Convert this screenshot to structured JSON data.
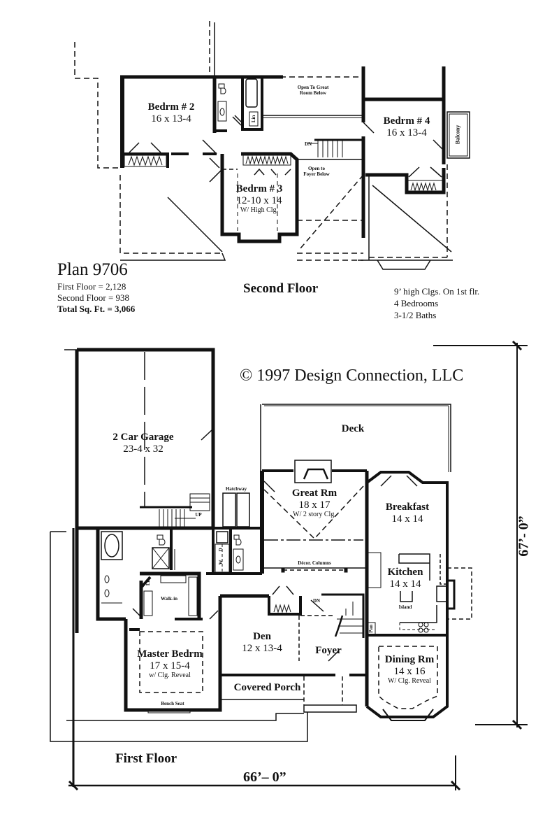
{
  "plan": {
    "title": "Plan 9706",
    "stats": [
      {
        "label": "First Floor = 2,128"
      },
      {
        "label": "Second Floor = 938"
      },
      {
        "label": "Total Sq. Ft. = 3,066"
      }
    ],
    "features": [
      "9’ high Clgs. On 1st flr.",
      "4 Bedrooms",
      "3-1/2 Baths"
    ],
    "copyright": "©  1997 Design Connection, LLC"
  },
  "second_floor": {
    "title": "Second Floor",
    "rooms": [
      {
        "name": "Bedrm # 2",
        "dim": "16 x 13-4"
      },
      {
        "name": "Bedrm # 3",
        "dim": "12-10 x 14",
        "note": "W/ High Clg."
      },
      {
        "name": "Bedrm # 4",
        "dim": "16 x 13-4"
      }
    ],
    "notes": {
      "open_great": "Open To Great Room Below",
      "open_foyer": "Open to Foyer Below",
      "balcony": "Balcony",
      "lin": "Lin",
      "dn": "DN"
    }
  },
  "first_floor": {
    "title": "First Floor",
    "rooms": [
      {
        "name": "2 Car Garage",
        "dim": "23-4 x 32"
      },
      {
        "name": "Deck"
      },
      {
        "name": "Great Rm",
        "dim": "18 x 17",
        "note": "W/ 2 story Clg."
      },
      {
        "name": "Breakfast",
        "dim": "14 x 14"
      },
      {
        "name": "Kitchen",
        "dim": "14 x 14"
      },
      {
        "name": "Master Bedrm",
        "dim": "17 x 15-4",
        "note": "w/ Clg. Reveal"
      },
      {
        "name": "Den",
        "dim": "12 x 13-4"
      },
      {
        "name": "Foyer"
      },
      {
        "name": "Dining Rm",
        "dim": "14 x 16",
        "note": "W/ Clg. Reveal"
      },
      {
        "name": "Covered Porch"
      }
    ],
    "notes": {
      "hatchway": "Hatchway",
      "up": "UP",
      "decor_columns": "Décor. Columns",
      "walk_in": "Walk-in",
      "island": "Island",
      "bench_seat": "Bench Seat",
      "dn": "DN",
      "lin": "Lin",
      "pan": "Pan",
      "w": "W",
      "d": "D"
    },
    "dimensions": {
      "width": "66’– 0”",
      "depth": "67’- 0”"
    }
  }
}
